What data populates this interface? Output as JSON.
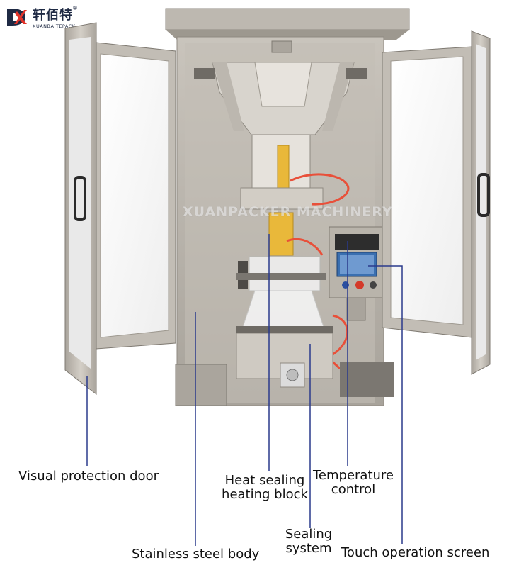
{
  "brand": {
    "name_cn": "轩佰特",
    "registered_mark": "®",
    "name_en": "XUANBAITEPACK",
    "logo_color": "#1f2a44",
    "logo_accent": "#e2342b"
  },
  "watermark": "XUANPACKER MACHINERY",
  "callouts": {
    "door": "Visual protection door",
    "heat_block_line1": "Heat sealing",
    "heat_block_line2": "heating block",
    "temperature_line1": "Temperature",
    "temperature_line2": "control",
    "body": "Stainless steel body",
    "sealing_line1": "Sealing",
    "sealing_line2": "system",
    "touch_screen": "Touch operation screen"
  },
  "colors": {
    "leader_line": "#2a3a8c",
    "steel_light": "#cfcac2",
    "steel_mid": "#b4aea5",
    "steel_dark": "#8f8a82",
    "glass": "#f4f4f4",
    "tube": "#e8503a"
  }
}
